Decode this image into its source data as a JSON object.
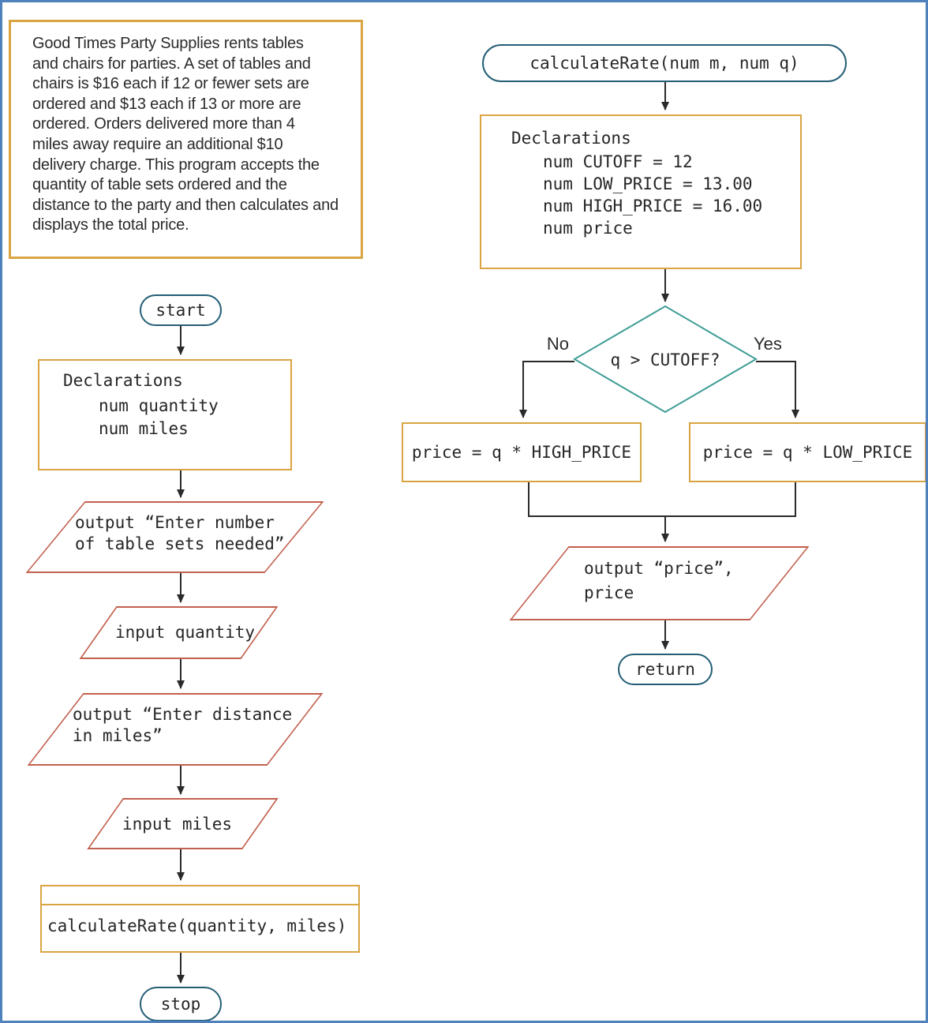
{
  "description": {
    "lines": [
      "Good Times Party Supplies rents tables",
      "and chairs for parties. A set of tables and",
      "chairs is $16 each if 12 or fewer sets are",
      "ordered and $13 each if 13 or more are",
      "ordered. Orders delivered more than 4",
      "miles away require an additional $10",
      "delivery charge. This program accepts the",
      "quantity of table sets ordered and the",
      "distance to the party and then calculates and",
      "displays the total price."
    ]
  },
  "main_flow": {
    "start_label": "start",
    "declarations": {
      "title": "Declarations",
      "vars": [
        "num quantity",
        "num miles"
      ]
    },
    "output_prompt_quantity": {
      "line1": "output “Enter number",
      "line2": "of table sets needed”"
    },
    "input_quantity_label": "input quantity",
    "output_prompt_miles": {
      "line1": "output “Enter distance",
      "line2": "in miles”"
    },
    "input_miles_label": "input miles",
    "call_label": "calculateRate(quantity, miles)",
    "stop_label": "stop"
  },
  "function_flow": {
    "header_label": "calculateRate(num m, num q)",
    "declarations": {
      "title": "Declarations",
      "vars": [
        "num CUTOFF = 12",
        "num LOW_PRICE = 13.00",
        "num HIGH_PRICE = 16.00",
        "num price"
      ]
    },
    "decision": {
      "condition": "q > CUTOFF?",
      "no_label": "No",
      "yes_label": "Yes"
    },
    "no_branch_label": "price = q * HIGH_PRICE",
    "yes_branch_label": "price = q * LOW_PRICE",
    "output_price": {
      "line1": "output “price”,",
      "line2": "price"
    },
    "return_label": "return"
  },
  "colors": {
    "frame": "#4f81bd",
    "process_border": "#d9a441",
    "io_border": "#c2604e",
    "terminal_border": "#245e76",
    "decision_border": "#3f9d95",
    "connector": "#2a2a2a",
    "text": "#262626"
  }
}
